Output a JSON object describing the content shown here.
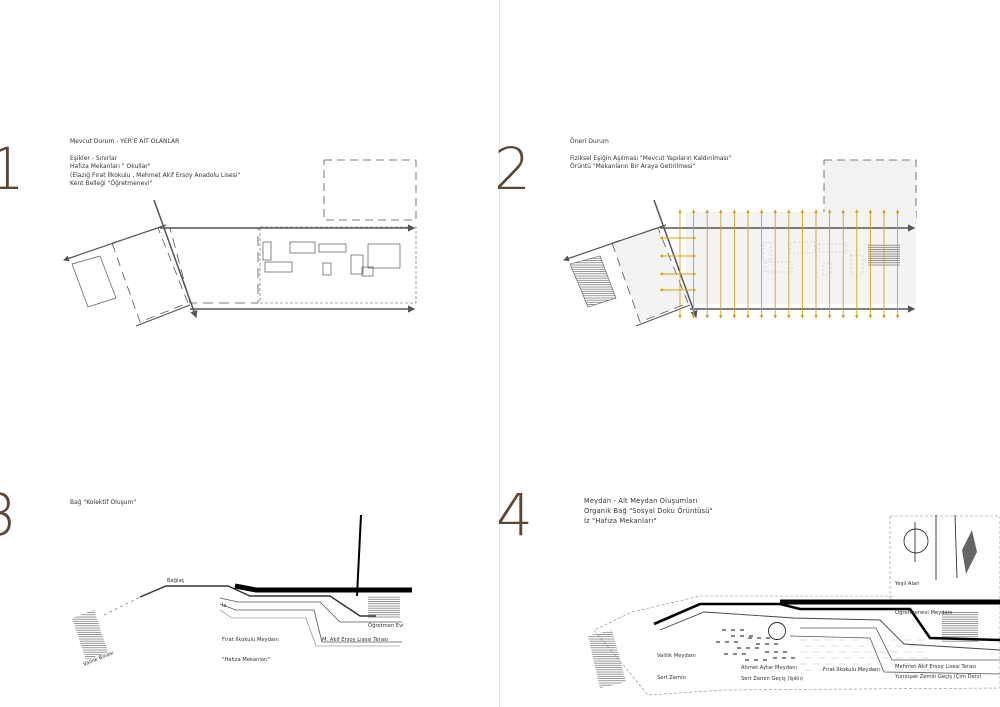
{
  "panels": [
    {
      "number": "1",
      "lines": [
        "Mevcut Durum - YER'E AİT OLANLAR",
        "",
        "Eşikler - Sınırlar",
        "Hafıza Mekanları \" Okullar\"",
        "(Elazığ Fırat İlkokulu , Mehmet Akif Ersoy Anadolu Lisesi\"",
        "Kent Belleği \"Öğretmenevi\""
      ]
    },
    {
      "number": "2",
      "lines": [
        "Öneri Durum",
        "",
        "Fiziksel Eşiğin Aşılması \"Mevcut Yapıların Kaldırılması\"",
        "Örüntü \"Mekanların Bir Araya Getirilmesi\""
      ]
    },
    {
      "number": "3",
      "lines": [
        "Bağ \"Kolektif Oluşum\""
      ]
    },
    {
      "number": "4",
      "lines": [
        "Meydan - Alt Meydan Oluşumları",
        "Organik Bağ \"Sosyal Doku Örüntüsü\"",
        "İz \"Hafıza Mekanları\""
      ]
    }
  ],
  "panel3_labels": {
    "bagiac": "Bağlaç",
    "iz": "İz",
    "ogretmen_evi": "Öğretmen Evi",
    "firat_meydani": "Fırat İlkokulu Meydanı",
    "lise_terasi": "M. Akif Ersoy Lisesi Terası",
    "hafiza": "\"Hafıza Mekanları\"",
    "valilik": "Valilik Binası"
  },
  "panel4_labels": {
    "yesil_alan": "Yeşil Alan",
    "ogretmenevi_meydani": "Öğretmenevi Meydanı",
    "valilik_meydani": "Valilik Meydanı",
    "ahmet_aytar": "Ahmet Aytar Meydanı",
    "sert_zemin_gecis": "Sert Zemin Geçiş (Işıklı)",
    "firat_meydani": "Fırat İlkokulu Meydanı",
    "lise_terasi": "Mehmet Akif Ersoy Lisesi Terası",
    "yumusak_zemin": "Yumuşak Zemin Geçiş (Çim Derz)",
    "sert_zemin": "Sert Zemin"
  },
  "colors": {
    "accent": "#5b4638",
    "arrow": "#d4a017",
    "line": "#555555"
  }
}
